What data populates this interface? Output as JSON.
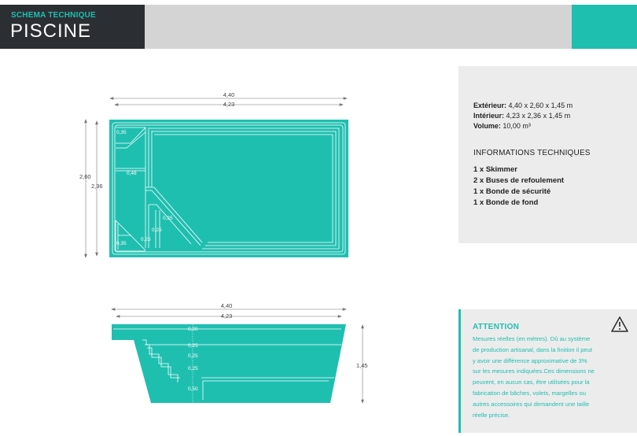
{
  "header": {
    "subtitle": "SCHEMA TECHNIQUE",
    "title": "PISCINE"
  },
  "colors": {
    "teal": "#1fbfb0",
    "dark": "#2b2f33",
    "grey": "#d4d4d4",
    "panel": "#ececec"
  },
  "specs": {
    "exterieur_label": "Extérieur:",
    "exterieur_value": "4,40 x 2,60 x 1,45 m",
    "interieur_label": "Intérieur:",
    "interieur_value": "4,23 x 2,36 x 1,45 m",
    "volume_label": "Volume:",
    "volume_value": "10,00 m³"
  },
  "info": {
    "title": "INFORMATIONS TECHNIQUES",
    "items": [
      "1 x Skimmer",
      "2 x Buses de refoulement",
      "1 x Bonde de sécurité",
      "1 x Bonde de fond"
    ]
  },
  "attention": {
    "title": "ATTENTION",
    "icon": "warning-icon",
    "lines": [
      "Mesures réelles (en mètres). Dû au système",
      "de production artisanal, dans la finition il peut",
      "y avoir une différence  approximative de 3%",
      "sur les mesures indiquées.Ces dimensions ne",
      "peuvent,  en aucun cas, être utilisées pour la",
      "fabrication  de bâches, volets, margelles ou",
      "autres accessoires qui demandent une taille",
      "réelle précise."
    ]
  },
  "top_view": {
    "length_ext": "4,40",
    "length_int": "4,23",
    "width_ext": "2,60",
    "width_int": "2,36",
    "step_top": "0,35",
    "bench": "0,48",
    "step_a": "0,25",
    "step_b": "0,25",
    "step_c": "0,25",
    "step_bottom": "0,35"
  },
  "side_view": {
    "length_ext": "4,40",
    "length_int": "4,23",
    "depth": "1,45",
    "h1": "0,20",
    "h2": "0,25",
    "h3": "0,25",
    "h4": "0,25",
    "h5": "0,50"
  }
}
